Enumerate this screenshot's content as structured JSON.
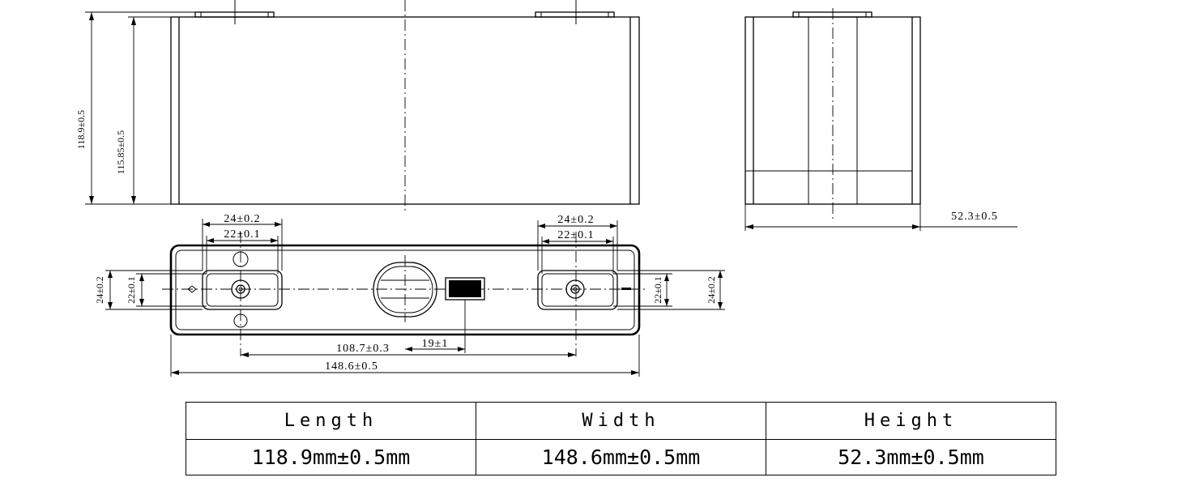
{
  "drawing": {
    "front_view": {
      "dim_overall_height": "118.9±0.5",
      "dim_body_height": "115.85±0.5"
    },
    "side_view": {
      "dim_thickness": "52.3±0.5"
    },
    "top_view": {
      "terminal_outer_width": "24±0.2",
      "terminal_inner_width": "22±0.1",
      "terminal_outer_width_right": "24±0.2",
      "terminal_inner_width_right": "22±0.1",
      "terminal_outer_height_left": "24±0.2",
      "terminal_inner_height_left": "22±0.1",
      "terminal_inner_height_right": "22±0.1",
      "terminal_outer_height_right": "24±0.2",
      "terminal_spacing": "108.7±0.3",
      "vent_offset": "19±1",
      "overall_length": "148.6±0.5"
    }
  },
  "table": {
    "headers": [
      "Length",
      "Width",
      "Height"
    ],
    "values": [
      "118.9mm±0.5mm",
      "148.6mm±0.5mm",
      "52.3mm±0.5mm"
    ]
  }
}
